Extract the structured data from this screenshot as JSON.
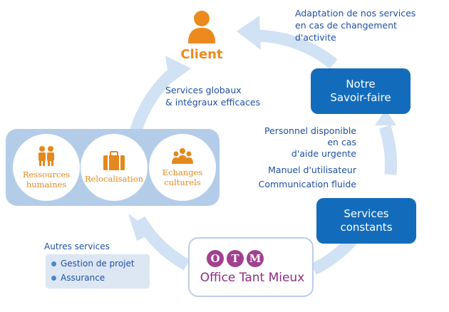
{
  "client": {
    "label": "Client"
  },
  "adaptation": {
    "line1": "Adaptation de nos services",
    "line2": "en cas de changement",
    "line3": "d'activite"
  },
  "savoir_faire": {
    "line1": "Notre",
    "line2": "Savoir-faire"
  },
  "services_globaux": {
    "line1": "Services globaux",
    "line2": "& intégraux efficaces"
  },
  "support": {
    "line1": "Personnel disponible",
    "line2": "en cas",
    "line3": "d'aide urgente",
    "manual": "Manuel d'utilisateur",
    "communication": "Communication fluide"
  },
  "services_constants": {
    "line1": "Services",
    "line2": "constants"
  },
  "circles": {
    "rh": {
      "line1": "Ressources",
      "line2": "humaines"
    },
    "reloc": {
      "line1": "Relocalisation"
    },
    "echanges": {
      "line1": "Echanges",
      "line2": "culturels"
    }
  },
  "autres_services": {
    "title": "Autres services",
    "items": [
      "Gestion de projet",
      "Assurance"
    ]
  },
  "brand": {
    "letters": [
      "O",
      "T",
      "M"
    ],
    "name": "Office Tant Mieux"
  },
  "colors": {
    "accent_orange": "#ec8a1e",
    "box_blue": "#136cbb",
    "text_blue": "#1f4fa3",
    "brand_purple": "#a23f8f",
    "arrow_light": "#d0e2f4"
  },
  "icons": {
    "client": "person-icon",
    "rh": "people-icon",
    "reloc": "suitcase-icon",
    "echanges": "group-icon"
  }
}
